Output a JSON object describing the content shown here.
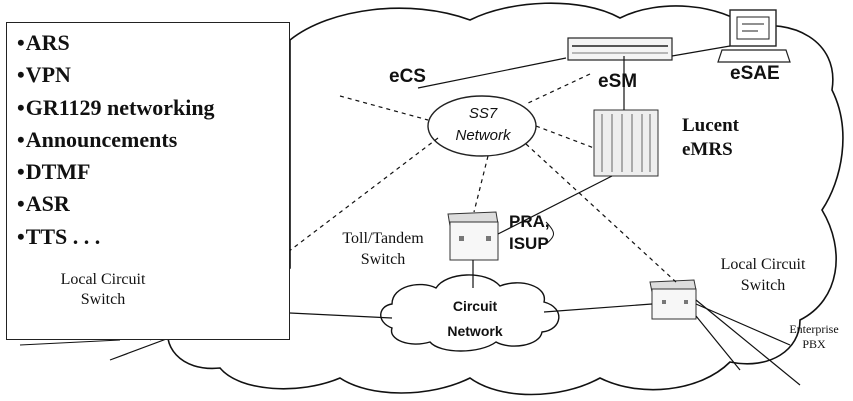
{
  "diagram": {
    "features": [
      "ARS",
      "VPN",
      "GR1129 networking",
      "Announcements",
      "DTMF",
      "ASR",
      "TTS . . ."
    ],
    "labels": {
      "ecs": "eCS",
      "esm": "eSM",
      "esae": "eSAE",
      "ss7_line1": "SS7",
      "ss7_line2": "Network",
      "lucent_line1": "Lucent",
      "lucent_line2": "eMRS",
      "toll_line1": "Toll/Tandem",
      "toll_line2": "Switch",
      "pra_line1": "PRA,",
      "pra_line2": "ISUP",
      "local_left_line1": "Local Circuit",
      "local_left_line2": "Switch",
      "local_right_line1": "Local Circuit",
      "local_right_line2": "Switch",
      "circuit_line1": "Circuit",
      "circuit_line2": "Network",
      "pbx_line1": "Enterprise",
      "pbx_line2": "PBX"
    }
  }
}
